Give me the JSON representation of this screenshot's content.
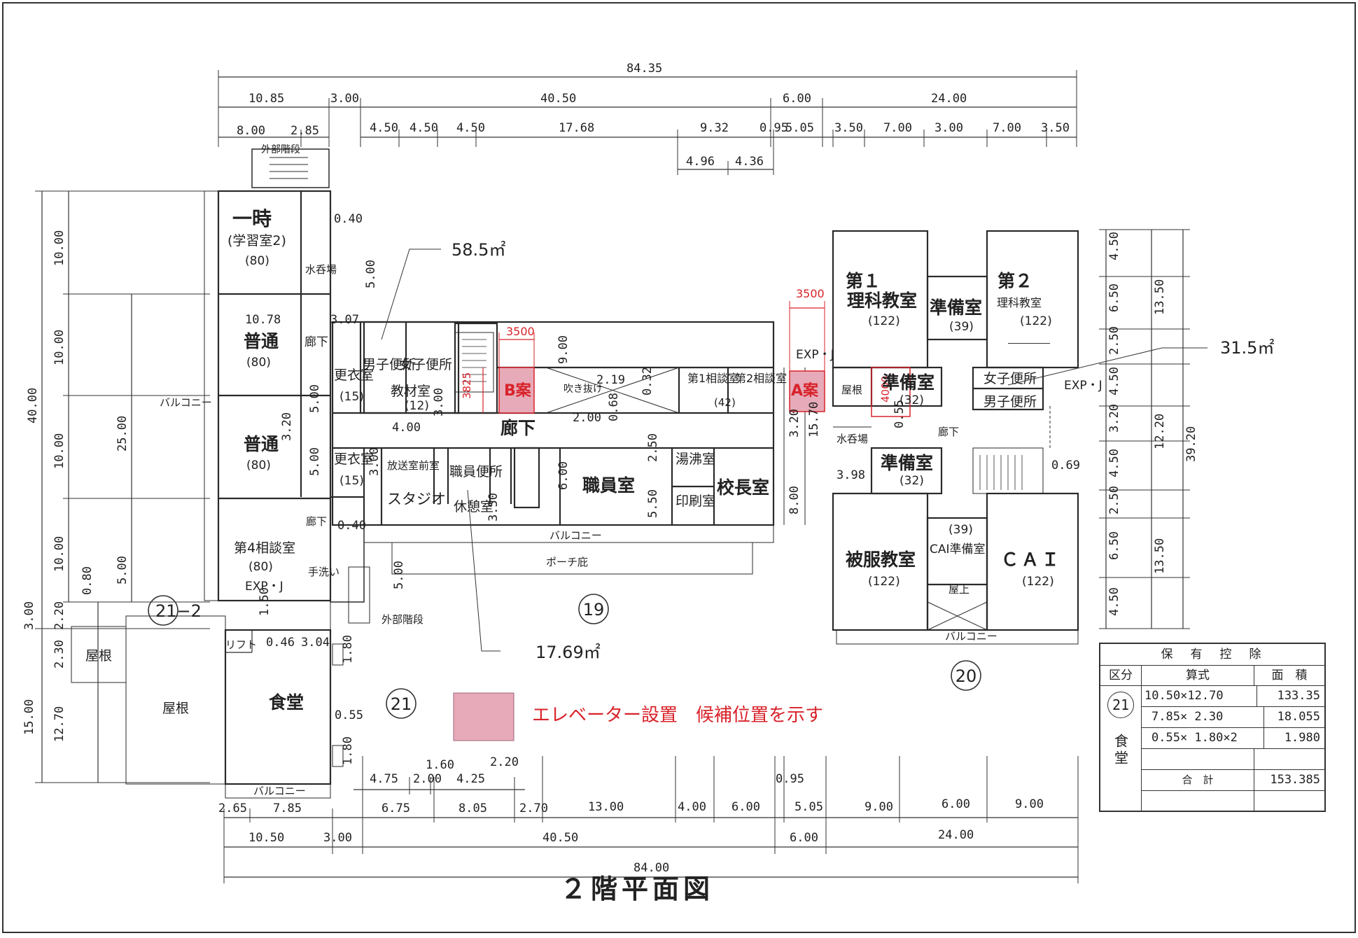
{
  "title": "２階平面図",
  "legend_text": "エレベーター設置　候補位置を示す",
  "colors": {
    "line": "#2a2a2a",
    "accent": "#d8232a",
    "candidate_fill": "#e7aab8"
  },
  "areas": {
    "upper": "58.5㎡",
    "right": "31.5㎡",
    "lower": "17.69㎡"
  },
  "blocks": {
    "b19": "19",
    "b20": "20",
    "b21": "21",
    "b21_2": "21−2"
  },
  "candidates": {
    "a_label": "A案",
    "a_dim": "3500",
    "a_dim2": "4000",
    "b_label": "B案",
    "b_dim": "3500",
    "b_dim2": "3825"
  },
  "rooms": {
    "ichiji": "一時",
    "ichiji_sub": "(学習室2)",
    "ichiji_cap": "(80)",
    "futsu1": "普通",
    "futsu1_cap": "(80)",
    "futsu2": "普通",
    "futsu2_cap": "(80)",
    "soudan4": "第4相談室",
    "soudan4_cap": "(80)",
    "mizunomiba": "水呑場",
    "rouka_small": "廊下",
    "rouka_small2": "廊下",
    "tearai": "手洗い",
    "balcony_left": "バルコニー",
    "kouishitsu1": "更衣室",
    "kouishitsu1_cap": "(15)",
    "kouishitsu2": "更衣室",
    "kouishitsu2_cap": "(15)",
    "danshi_benjo": "男子便所",
    "joshi_benjo": "女子便所",
    "kyozaishitsu": "教材室",
    "kyozaishitsu_cap": "(12)",
    "fukinuke": "吹き抜け",
    "soudan1": "第1相談室",
    "soudan1_cap": "(42)",
    "soudan2": "第2相談室",
    "rouka": "廊下",
    "hosoushitsu": "放送室前室",
    "studio": "スタジオ",
    "shokuin_benjo": "職員便所",
    "kyukeishitsu": "休憩室",
    "shokuinshitsu": "職員室",
    "yufutsu": "湯沸室",
    "insatsu": "印刷室",
    "kochoshitsu": "校長室",
    "balcony_mid": "バルコニー",
    "porch": "ポーチ庇",
    "gaibu_kaidan_top": "外部階段",
    "gaibu_kaidan_bot": "外部階段",
    "expj1": "EXP・J",
    "expj2": "EXP・J",
    "expj3": "EXP・J",
    "rika1_a": "第１",
    "rika1_b": "理科教室",
    "rika1_cap": "(122)",
    "junbi1": "準備室",
    "junbi1_cap": "(39)",
    "rika2_a": "第２",
    "rika2_b": "理科教室",
    "rika2_cap": "(122)",
    "okujo": "屋根",
    "junbi2": "準備室",
    "junbi2_cap": "(32)",
    "joshi_benjo2": "女子便所",
    "danshi_benjo2": "男子便所",
    "mizunomiba2": "水呑場",
    "rouka2": "廊下",
    "junbi3": "準備室",
    "junbi3_cap": "(32)",
    "hifuku": "被服教室",
    "hifuku_cap": "(122)",
    "cai_junbi": "CAI準備室",
    "cai_junbi_cap": "(39)",
    "cai": "ＣＡＩ",
    "cai_cap": "(122)",
    "okujo2": "屋上",
    "balcony_right": "バルコニー",
    "yane1": "屋根",
    "yane2": "屋根",
    "lift": "リフト",
    "shokudo": "食堂",
    "balcony_bottom": "バルコニー"
  },
  "dims": {
    "top_total": "84.35",
    "top_row2": [
      "10.85",
      "3.00",
      "40.50",
      "6.00",
      "24.00"
    ],
    "top_row3": [
      "8.00",
      "2.85",
      "4.50",
      "4.50",
      "4.50",
      "17.68",
      "9.32",
      "0.95",
      "5.05",
      "3.50",
      "7.00",
      "3.00",
      "7.00",
      "3.50"
    ],
    "top_row4": [
      "4.96",
      "4.36"
    ],
    "left_total": "40.00",
    "left_25": "25.00",
    "left_seg": [
      "10.00",
      "10.00",
      "10.00",
      "10.00"
    ],
    "left_5": "5.00",
    "left_lower": [
      "3.00",
      "2.30",
      "15.00",
      "12.70",
      "0.80",
      "2.20"
    ],
    "right_total": "39.20",
    "right_seg": [
      "4.50",
      "6.50",
      "2.50",
      "4.50",
      "3.20",
      "4.50",
      "2.50",
      "6.50",
      "4.50"
    ],
    "right_mid": [
      "13.50",
      "12.20",
      "13.50"
    ],
    "bottom_total": "84.00",
    "bottom_row2": [
      "10.50",
      "3.00",
      "40.50",
      "6.00",
      "24.00"
    ],
    "bottom_row3": [
      "2.65",
      "7.85",
      "6.75",
      "8.05",
      "2.70",
      "13.00",
      "4.00",
      "6.00",
      "5.05",
      "9.00",
      "6.00",
      "9.00"
    ],
    "bottom_row4": [
      "4.75",
      "2.00",
      "1.60",
      "4.25",
      "2.20",
      "0.95"
    ],
    "misc": [
      "0.40",
      "5.00",
      "10.78",
      "3.07",
      "3.20",
      "4.00",
      "3.00",
      "5.00",
      "5.00",
      "3.00",
      "0.40",
      "5.00",
      "1.50",
      "0.46",
      "3.04",
      "1.80",
      "0.55",
      "1.80",
      "2.19",
      "0.32",
      "2.00",
      "0.68",
      "9.00",
      "6.00",
      "2.50",
      "5.50",
      "3.50",
      "3.20",
      "15.70",
      "8.00",
      "0.55",
      "3.98",
      "0.69"
    ]
  },
  "table": {
    "title": "保　有　控　除",
    "headers": [
      "区分",
      "算式",
      "面　積"
    ],
    "group_no": "21",
    "group_name": "食堂",
    "rows": [
      [
        "10.50×12.70",
        "133.35"
      ],
      [
        "7.85× 2.30",
        "18.055"
      ],
      [
        "0.55× 1.80×2",
        "1.980"
      ],
      [
        "",
        ""
      ]
    ],
    "total_label": "合　計",
    "total_value": "153.385"
  }
}
